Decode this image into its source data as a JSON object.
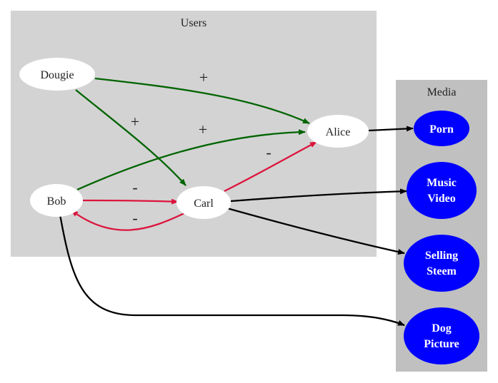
{
  "clusters": {
    "users": {
      "label": "Users",
      "fill": "#d3d3d3"
    },
    "media": {
      "label": "Media",
      "fill": "#c0c0c0"
    }
  },
  "user_nodes": {
    "dougie": "Dougie",
    "alice": "Alice",
    "bob": "Bob",
    "carl": "Carl"
  },
  "media_nodes": {
    "porn": [
      "Porn"
    ],
    "music_video": [
      "Music",
      "Video"
    ],
    "selling_steem": [
      "Selling",
      "Steem"
    ],
    "dog_picture": [
      "Dog",
      "Picture"
    ]
  },
  "edge_labels": {
    "dougie_alice": "+",
    "dougie_carl": "+",
    "bob_alice": "+",
    "carl_alice": "-",
    "bob_carl": "-",
    "carl_bob": "-"
  },
  "colors": {
    "positive": "#006400",
    "negative": "#dc143c",
    "neutral": "#000000",
    "media_node": "#0000ff",
    "user_node": "#ffffff"
  }
}
